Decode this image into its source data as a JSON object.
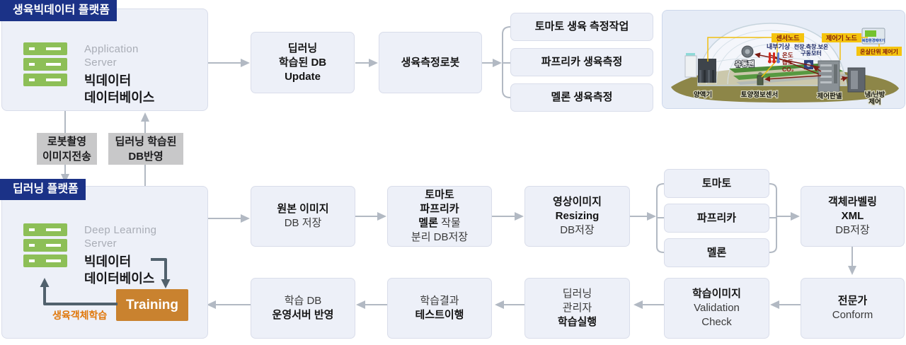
{
  "colors": {
    "navy": "#1b3287",
    "box_bg": "#edf0f8",
    "box_border": "#d9ddea",
    "gray_label": "#c8c8c9",
    "server_green": "#8dbf57",
    "training_orange": "#c9822f",
    "note_orange": "#e0770a",
    "arrow_gray": "#b2b9c3",
    "arrow_dark": "#51616d",
    "chip_yellow": "#f5c40f",
    "chip_text_red": "#7c180e"
  },
  "top_platform": {
    "header": "생육빅데이터 플랫폼",
    "server_sub": [
      "Application",
      "Server"
    ],
    "server_name": [
      "빅데이터",
      "데이터베이스"
    ]
  },
  "flow_top": {
    "db_update": [
      "딥러닝",
      "학습된 DB",
      "Update"
    ],
    "robot": "생육측정로봇",
    "measure_1": "토마토 생육 측정작업",
    "measure_2": "파프리카 생육측정",
    "measure_3": "멜론 생육측정"
  },
  "transfer": {
    "robot_upload": [
      "로봇촬영",
      "이미지전송"
    ],
    "dl_reflect": [
      "딥러닝 학습된",
      "DB반영"
    ]
  },
  "dl_platform": {
    "header": "딥러닝 플랫폼",
    "server_sub": [
      "Deep Learning",
      "Server"
    ],
    "server_name": [
      "빅데이터",
      "데이터베이스"
    ],
    "training": "Training",
    "training_note": "생육객체학습"
  },
  "flow_mid": {
    "origin": {
      "l1": "원본 이미지",
      "l2": "DB 저장"
    },
    "separate": {
      "l1": "토마토",
      "l2": "파프리카",
      "l3a": "멜론",
      "l3b": " 작물",
      "l4": "분리 DB저장"
    },
    "resizing": {
      "l1": "영상이미지",
      "l2": "Resizing",
      "l3": "DB저장"
    },
    "crop_1": "토마토",
    "crop_2": "파프리카",
    "crop_3": "멜론",
    "labeling": {
      "l1": "객체라벨링",
      "l2": "XML",
      "l3": "DB저장"
    }
  },
  "flow_bottom": {
    "expert": {
      "l1": "전문가",
      "l2": "Conform"
    },
    "validation": {
      "l1": "학습이미지",
      "l2": "Validation",
      "l3": "Check"
    },
    "manager": {
      "l1": "딥러닝",
      "l2": "관리자",
      "l3": "학습실행"
    },
    "test": {
      "l1": "학습결과",
      "l2": "테스트이행"
    },
    "deploy": {
      "l1": "학습 DB",
      "l2": "운영서버 반영"
    }
  },
  "greenhouse": {
    "sensor_node": "센서노드",
    "controller_node": "제어기 노드",
    "unit_controller": "온실단위 제어기",
    "device": "복합환경제어기",
    "inner_weather": "내부기상",
    "motor": [
      "천장.측창.보온",
      "구동모터"
    ],
    "env": [
      "온도",
      "습도",
      "CO₂"
    ],
    "fan": "유동팬",
    "nutrient": "양액기",
    "soil_sensor": "토양정보센서",
    "panel": "제어판넬",
    "hvac": [
      "냉/난방",
      "제어"
    ]
  }
}
